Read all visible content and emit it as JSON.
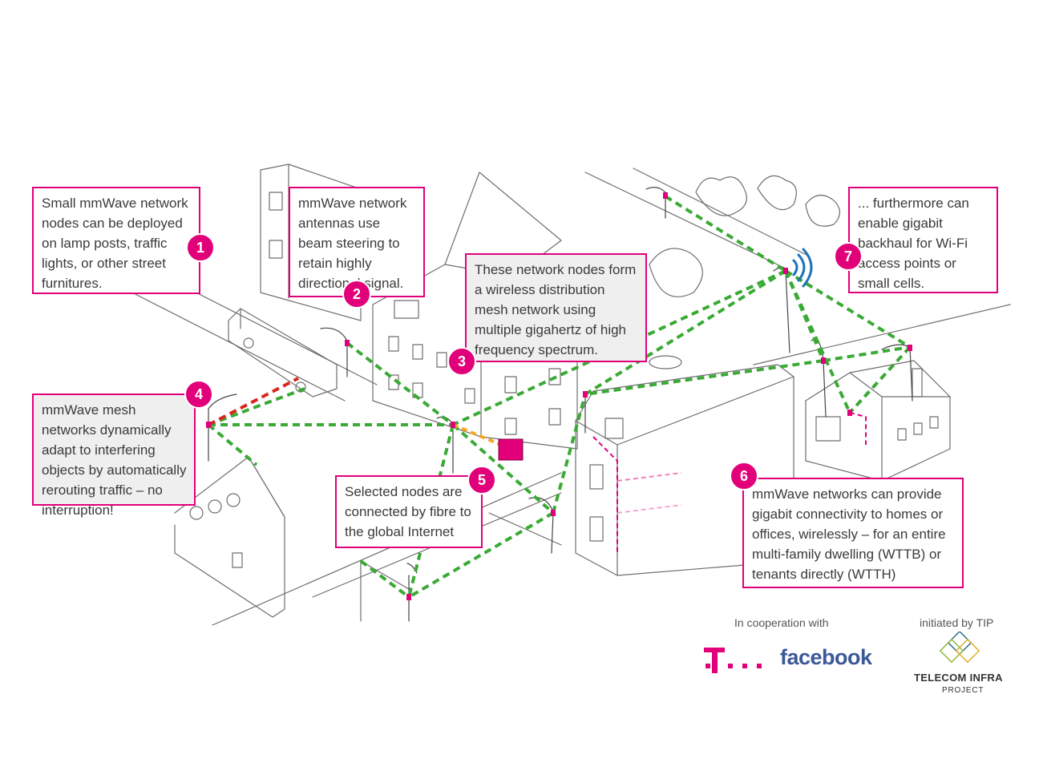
{
  "callouts": [
    {
      "number": "1",
      "text": "Small mmWave network nodes can be deployed on lamp posts, traffic lights, or other street furnitures."
    },
    {
      "number": "2",
      "text": "mmWave network antennas use beam steering to retain highly directional signal."
    },
    {
      "number": "3",
      "text": "These network nodes form a wireless distribution mesh network using multiple gigahertz of high frequency spectrum."
    },
    {
      "number": "4",
      "text": "mmWave mesh networks dynamically adapt to interfering objects by automatically rerouting traffic – no interruption!"
    },
    {
      "number": "5",
      "text": "Selected nodes are connected by fibre to the global Internet"
    },
    {
      "number": "6",
      "text": "mmWave networks can provide gigabit connectivity to homes or offices, wirelessly – for an entire multi-family dwelling (WTTB) or tenants directly (WTTH)"
    },
    {
      "number": "7",
      "text": "... furthermore can enable gigabit backhaul for Wi-Fi access points or small cells."
    }
  ],
  "footer": {
    "cooperation_label": "In cooperation with",
    "initiated_label": "initiated by TIP",
    "facebook_logo_text": "facebook",
    "tip_logo_line1": "TELECOM INFRA",
    "tip_logo_line2": "PROJECT"
  },
  "colors": {
    "accent": "#e2007a",
    "mesh_link": "#3aaa35",
    "blocked_link": "#d9261c",
    "fibre_link": "#f5a623",
    "wifi": "#1e73be",
    "facebook": "#3b5998"
  },
  "icons": [
    "telekom-logo",
    "wifi-icon",
    "tip-logo"
  ]
}
